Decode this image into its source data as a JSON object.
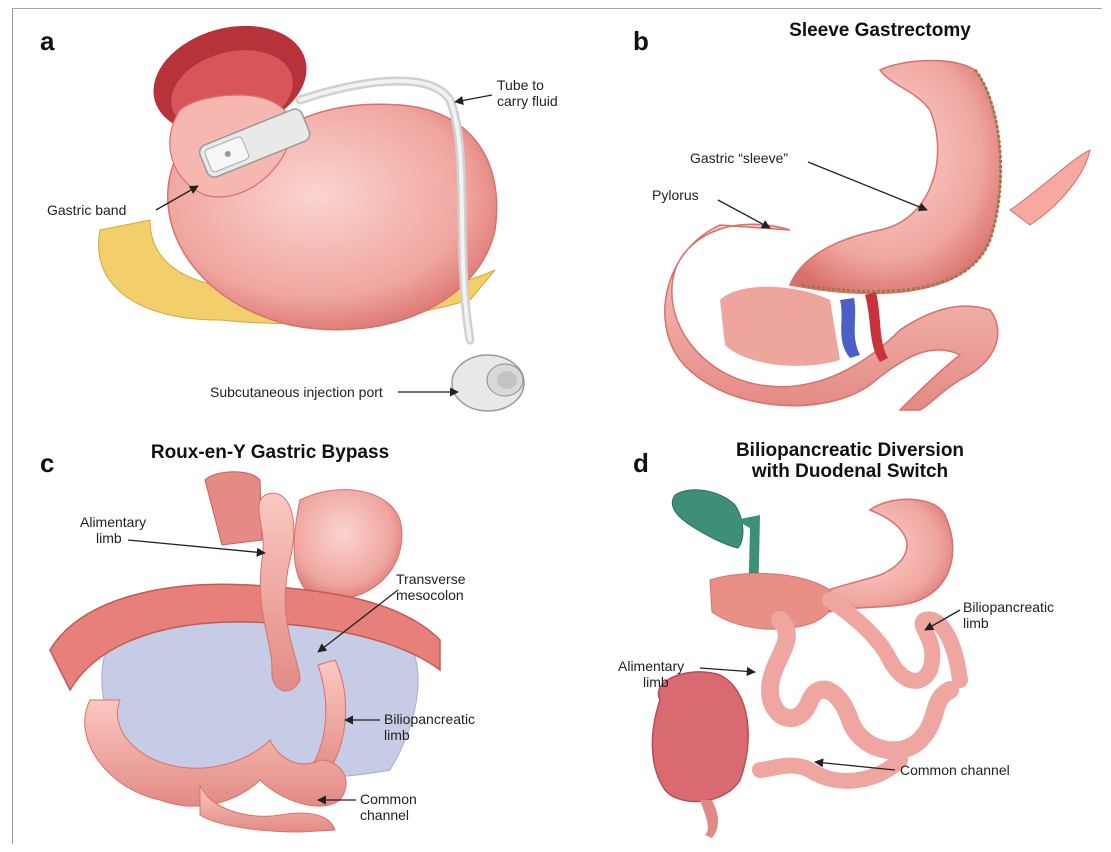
{
  "panels": {
    "a": {
      "letter": "a",
      "labels": {
        "tube_line1": "Tube to",
        "tube_line2": "carry fluid",
        "band": "Gastric band",
        "port": "Subcutaneous injection port"
      }
    },
    "b": {
      "letter": "b",
      "title": "Sleeve Gastrectomy",
      "labels": {
        "sleeve": "Gastric “sleeve”",
        "pylorus": "Pylorus"
      }
    },
    "c": {
      "letter": "c",
      "title": "Roux-en-Y Gastric Bypass",
      "labels": {
        "alimentary_line1": "Alimentary",
        "alimentary_line2": "limb",
        "transverse_line1": "Transverse",
        "transverse_line2": "mesocolon",
        "bilio_line1": "Biliopancreatic",
        "bilio_line2": "limb",
        "common_line1": "Common",
        "common_line2": "channel"
      }
    },
    "d": {
      "letter": "d",
      "title_line1": "Biliopancreatic Diversion",
      "title_line2": "with Duodenal Switch",
      "labels": {
        "bilio_line1": "Biliopancreatic",
        "bilio_line2": "limb",
        "alimentary_line1": "Alimentary",
        "alimentary_line2": "limb",
        "common": "Common channel"
      }
    }
  },
  "colors": {
    "tissue": "#f0a6a0",
    "tissue_dark": "#d9706c",
    "muscle": "#b8323a",
    "fat": "#f2cf6a",
    "device": "#e9e9e9",
    "mesentery": "#c7cce6",
    "vein": "#4a5fc7",
    "gallbladder": "#3d8f7a"
  }
}
